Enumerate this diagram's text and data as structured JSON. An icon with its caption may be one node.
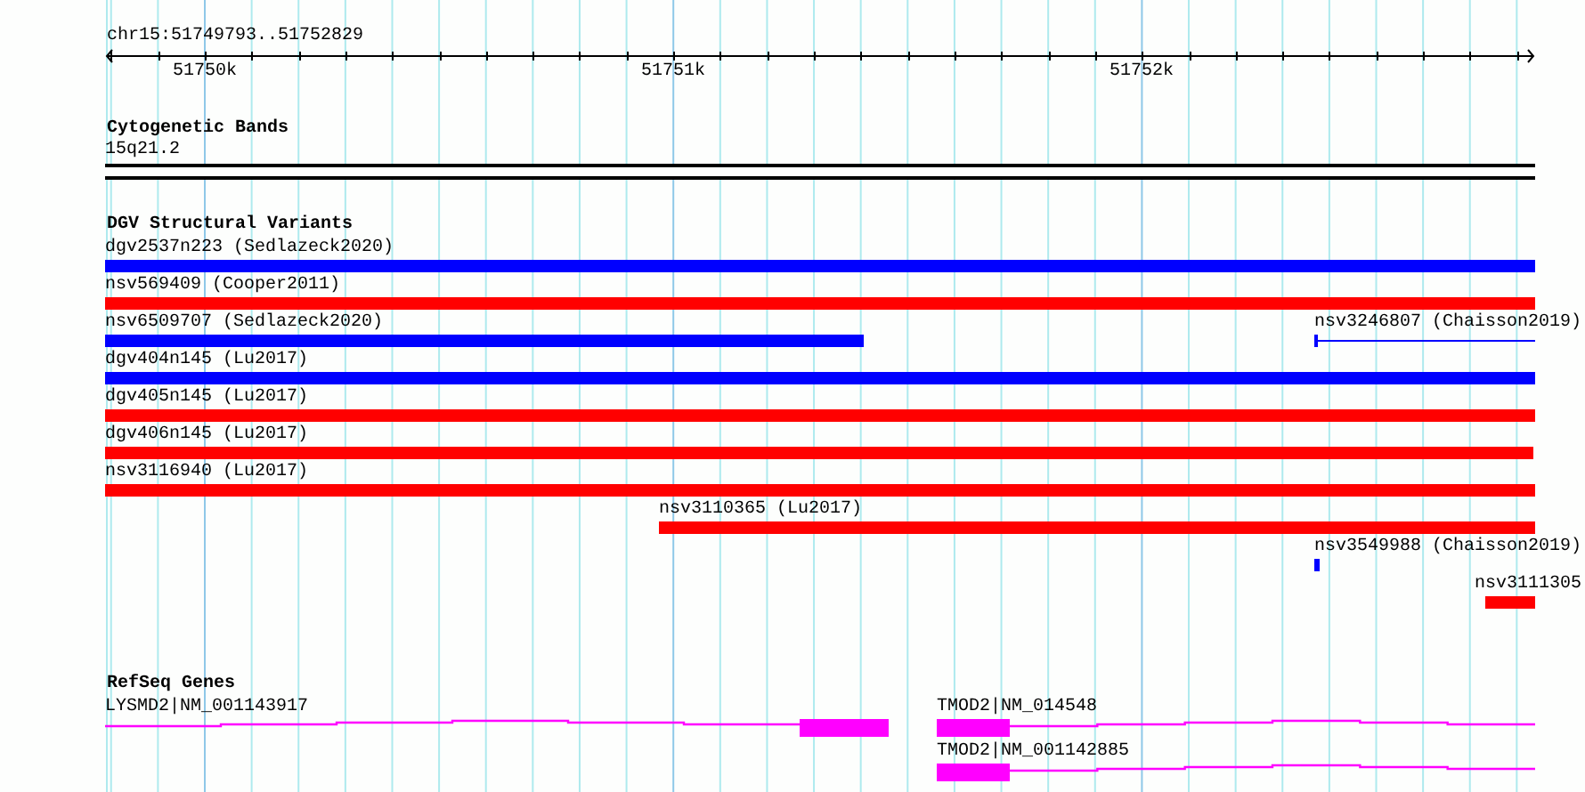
{
  "diagram": {
    "nodes": [
      {
        "text": [
          "15q21.2"
        ]
      },
      {
        "text": [
          "dgv2537n223 (Sedlazeck2020)"
        ]
      },
      {
        "text": [
          "nsv569409 (Cooper2011)"
        ]
      },
      {
        "text": [
          "nsv6509707 (Sedlazeck2020)"
        ]
      },
      {
        "text": [
          "nsv3246807 (Chaisson2019)"
        ]
      },
      {
        "text": [
          "dgv404n145 (Lu2017)"
        ]
      },
      {
        "text": [
          "dgv405n145 (Lu2017)"
        ]
      },
      {
        "text": [
          "dgv406n145 (Lu2017)"
        ]
      },
      {
        "text": [
          "nsv3116940 (Lu2017)"
        ]
      },
      {
        "text": [
          "nsv3110365 (Lu2017)"
        ]
      },
      {
        "text": [
          "nsv3549988 (Chaisson2019)"
        ]
      },
      {
        "text": [
          "nsv3111305"
        ]
      },
      {
        "text": [
          "LYSMD2|NM_001143917"
        ]
      },
      {
        "text": [
          "TMOD2|NM_014548"
        ]
      },
      {
        "text": [
          "TMOD2|NM_001142885"
        ]
      }
    ],
    "edges": [],
    "labels": [
      "chr15:51749793..51752829",
      "51750k",
      "51751k",
      "51752k",
      "Cytogenetic Bands",
      "DGV Structural Variants",
      "RefSeq Genes"
    ]
  }
}
